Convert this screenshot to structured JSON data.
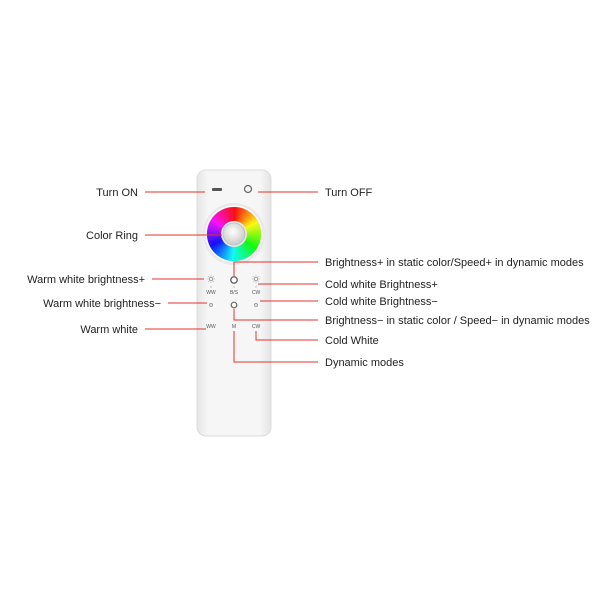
{
  "labels": {
    "turn_on": "Turn ON",
    "turn_off": "Turn OFF",
    "color_ring": "Color Ring",
    "brightness_plus": "Brightness+ in static color/Speed+ in dynamic modes",
    "warm_white_brightness_plus": "Warm white brightness+",
    "cold_white_brightness_plus": "Cold white Brightness+",
    "warm_white_brightness_minus": "Warm white brightness−",
    "cold_white_brightness_minus": "Cold white Brightness−",
    "brightness_minus": "Brightness− in static color / Speed− in dynamic modes",
    "warm_white": "Warm white",
    "cold_white": "Cold White",
    "dynamic_modes": "Dynamic modes"
  },
  "button_texts": {
    "ww_top": "WW",
    "bs": "B/S",
    "cw_top": "CW",
    "ww_bottom": "WW",
    "m": "M",
    "cw_bottom": "CW"
  },
  "colors": {
    "leader_line": "#e5322d",
    "remote_body": "#f2f2f2",
    "remote_edge": "#dddddd"
  }
}
